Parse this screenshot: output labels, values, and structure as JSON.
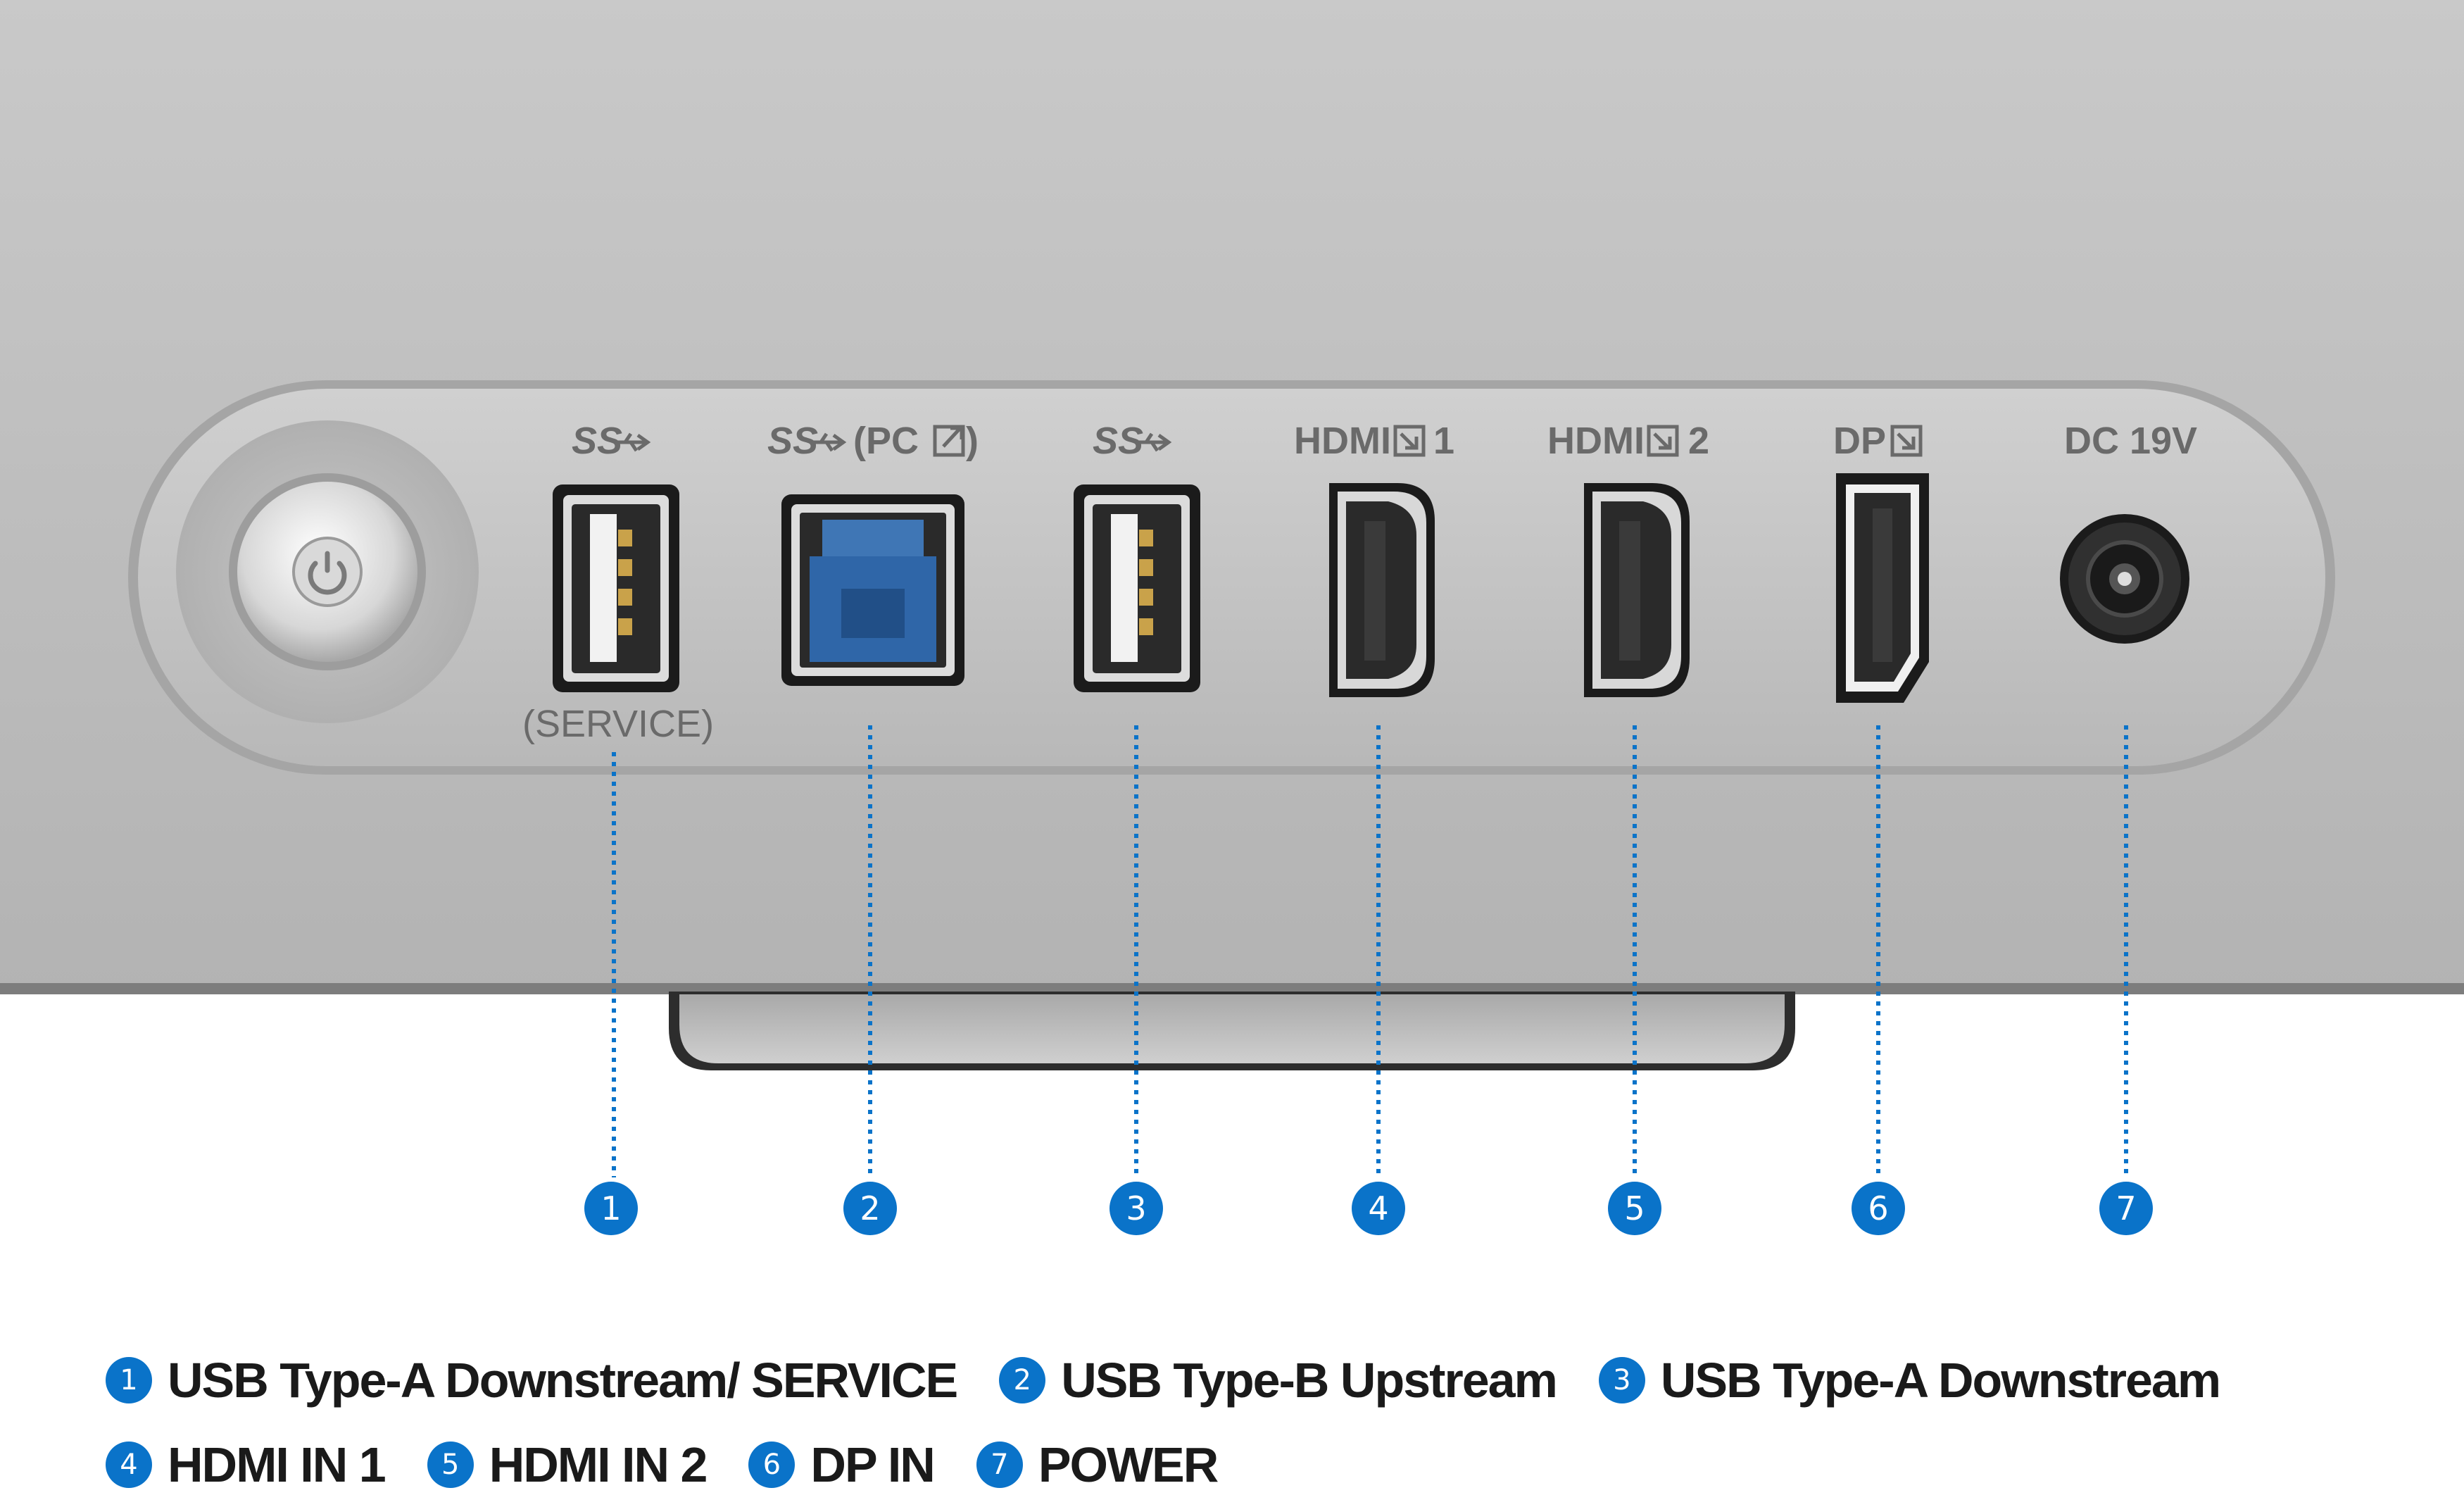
{
  "colors": {
    "accent": "#0a73c9",
    "housing": "#b9b9b9",
    "housing_dark": "#8f8f8f",
    "text_dark": "#1a1a1a",
    "port_label": "#6a6a6a"
  },
  "ports": [
    {
      "number": "1",
      "top_label": "SS",
      "bottom_label": "(SERVICE)",
      "type": "usb-a",
      "icon": "usb-superspeed-icon"
    },
    {
      "number": "2",
      "top_label": "SS",
      "top_suffix": "(PC",
      "type": "usb-b",
      "icon": "usb-superspeed-icon"
    },
    {
      "number": "3",
      "top_label": "SS",
      "type": "usb-a",
      "icon": "usb-superspeed-icon"
    },
    {
      "number": "4",
      "top_label": "HDMI",
      "top_suffix": "1",
      "type": "hdmi",
      "icon": "input-icon"
    },
    {
      "number": "5",
      "top_label": "HDMI",
      "top_suffix": "2",
      "type": "hdmi",
      "icon": "input-icon"
    },
    {
      "number": "6",
      "top_label": "DP",
      "type": "displayport",
      "icon": "input-icon"
    },
    {
      "number": "7",
      "top_label": "DC 19V",
      "type": "dc-power"
    }
  ],
  "legend": {
    "row1": [
      {
        "number": "1",
        "label": "USB Type-A Downstream/ SERVICE"
      },
      {
        "number": "2",
        "label": "USB Type-B Upstream"
      },
      {
        "number": "3",
        "label": "USB Type-A Downstream"
      }
    ],
    "row2": [
      {
        "number": "4",
        "label": "HDMI IN 1"
      },
      {
        "number": "5",
        "label": "HDMI IN 2"
      },
      {
        "number": "6",
        "label": "DP IN"
      },
      {
        "number": "7",
        "label": "POWER"
      }
    ]
  }
}
